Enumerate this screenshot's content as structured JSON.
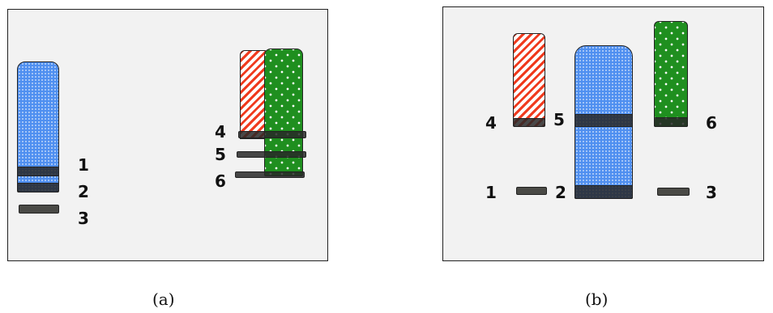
{
  "panel_a": {
    "caption": "(a)",
    "labels": [
      "1",
      "2",
      "3",
      "4",
      "5",
      "6"
    ]
  },
  "panel_b": {
    "caption": "(b)",
    "labels": [
      "1",
      "2",
      "3",
      "4",
      "5",
      "6"
    ]
  },
  "colors": {
    "blue": "#4f8ff0",
    "red": "#f03a1e",
    "green": "#1f8f1f",
    "band": "#4a4a46",
    "panel_bg": "#f2f2f2"
  }
}
